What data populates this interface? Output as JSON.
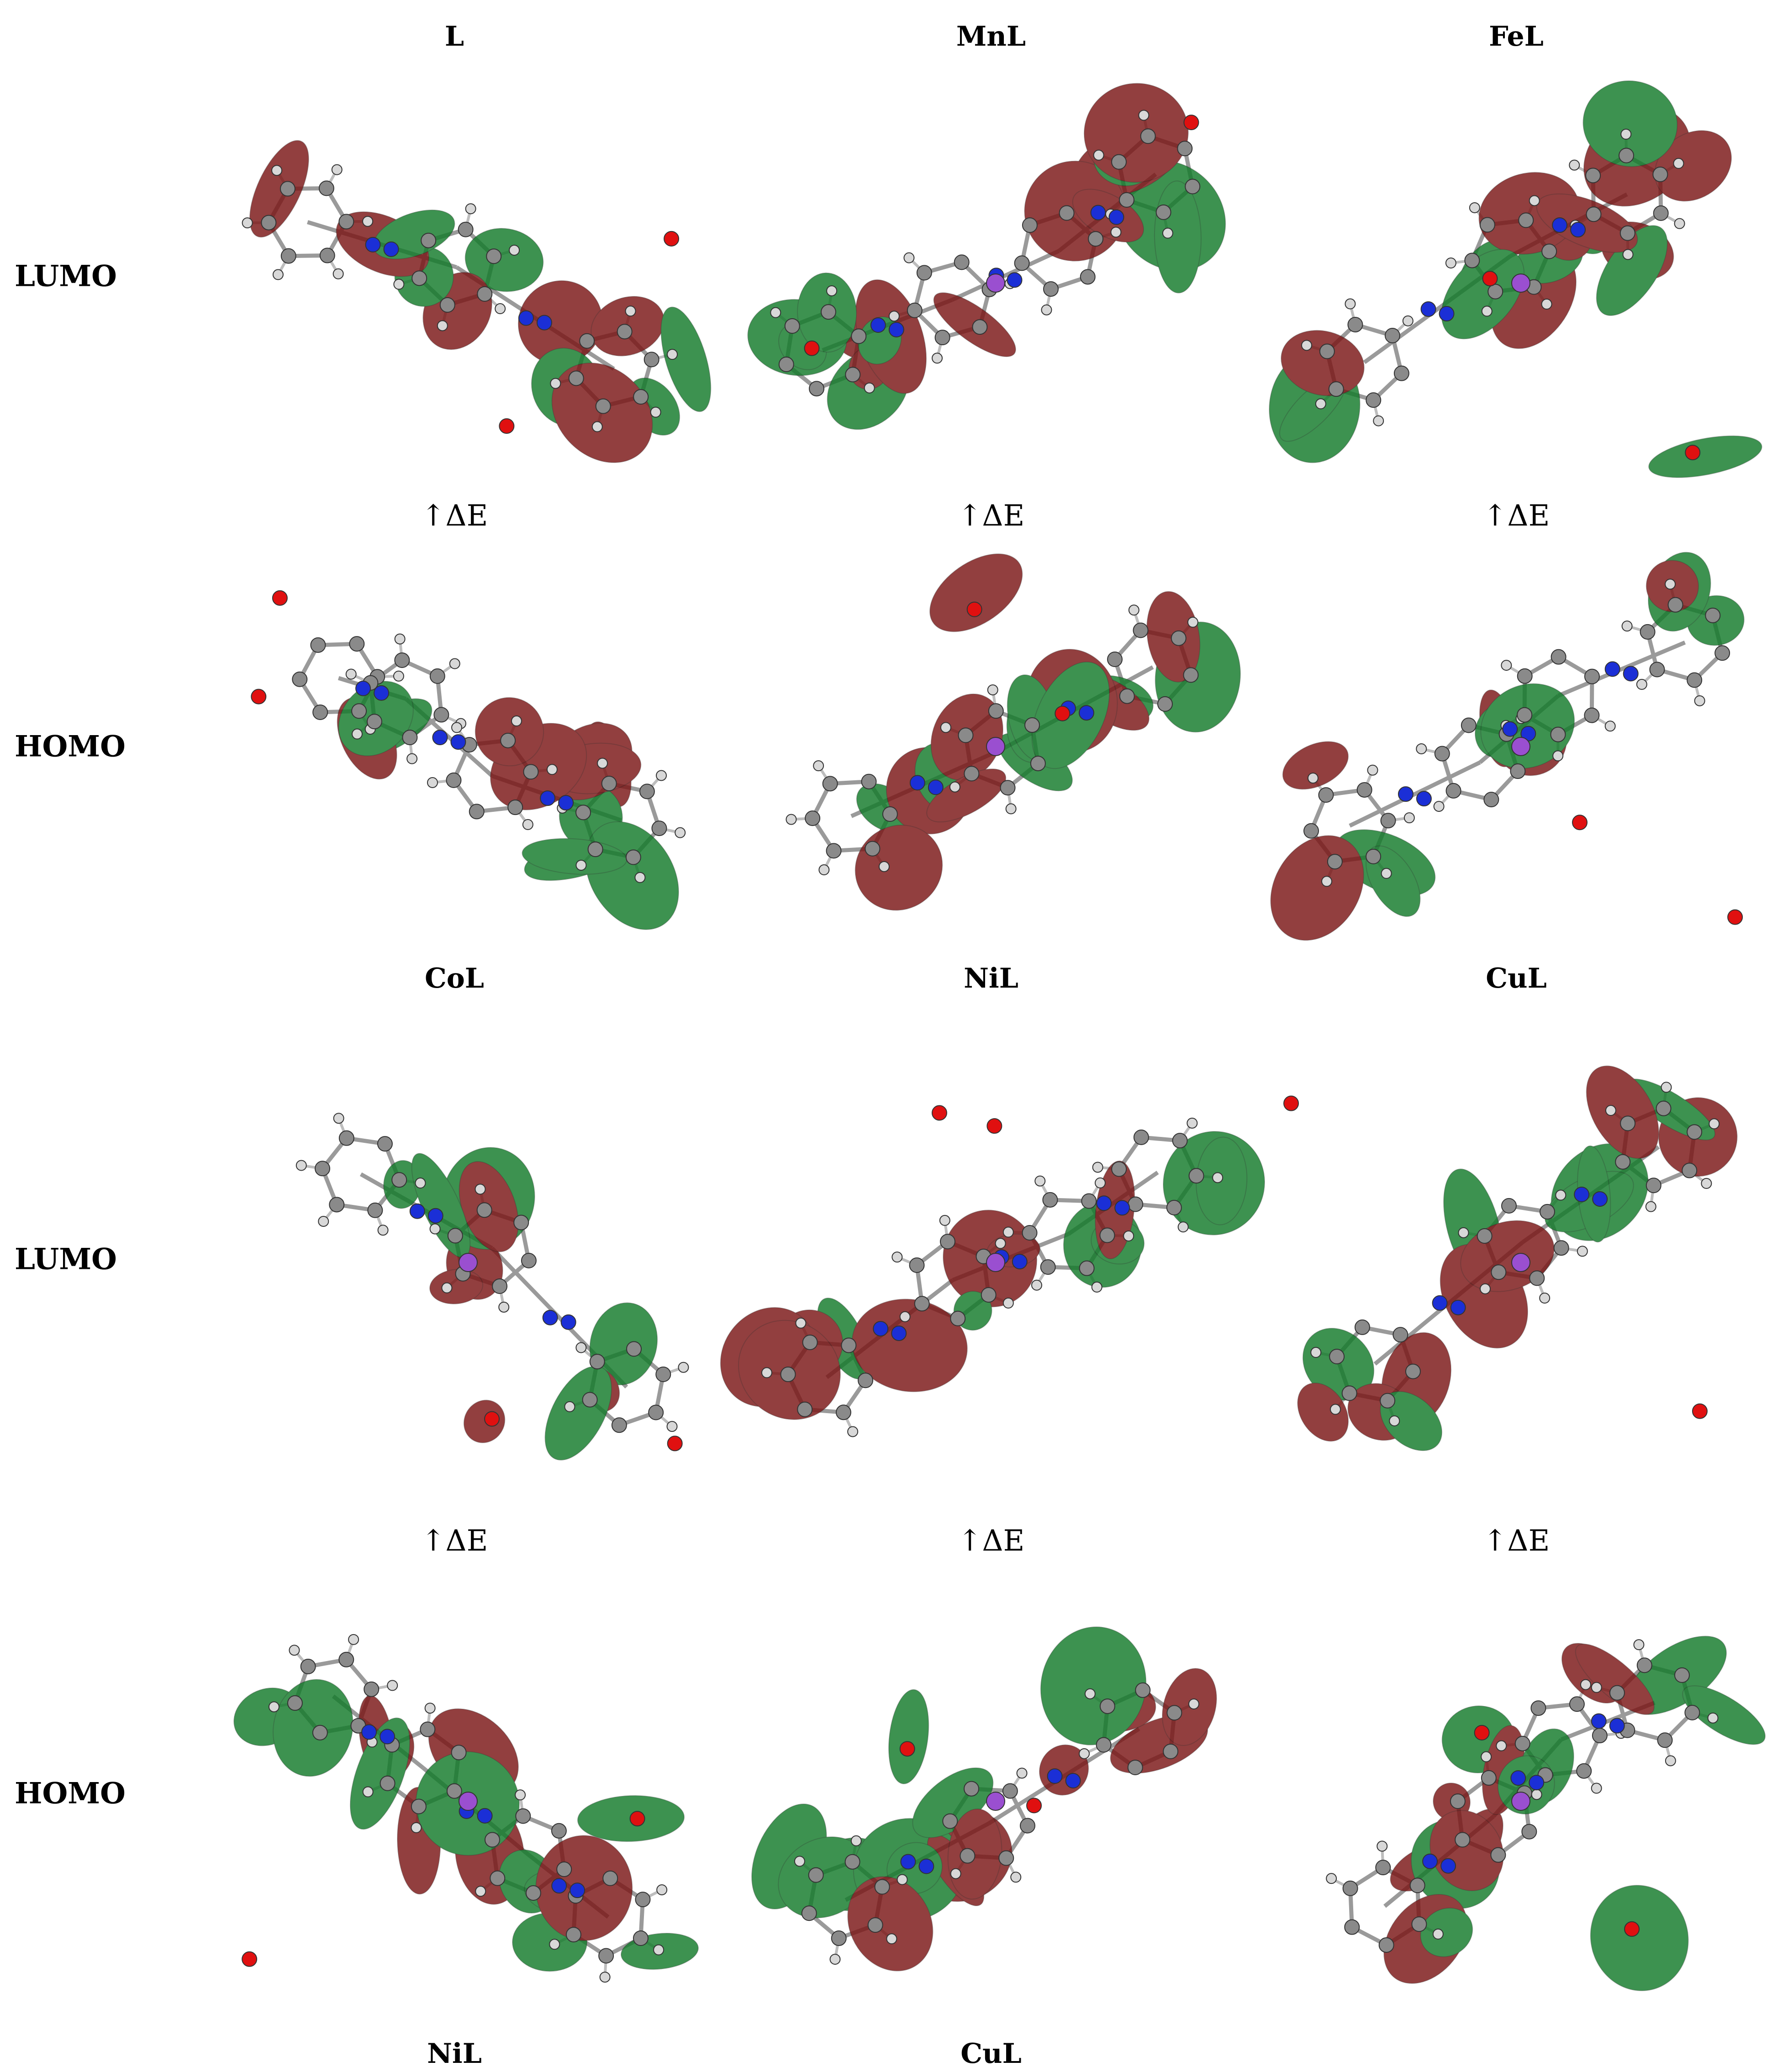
{
  "column_labels_top": [
    "L",
    "MnL",
    "FeL"
  ],
  "column_labels_middle": [
    "CoL",
    "NiL",
    "CuL"
  ],
  "column_labels_bottom": [
    "NiL",
    "CuL"
  ],
  "row_labels": [
    "LUMO",
    "HOMO",
    "LUMO",
    "HOMO"
  ],
  "gap_label": "↑ΔE",
  "colors": {
    "lobe_positive": "#7a1515",
    "lobe_negative": "#137a2a",
    "carbon": "#8a8a8a",
    "hydrogen": "#d8d8d8",
    "nitrogen": "#1b2fd6",
    "oxygen": "#e01010",
    "metal": "#9a4fd0"
  }
}
